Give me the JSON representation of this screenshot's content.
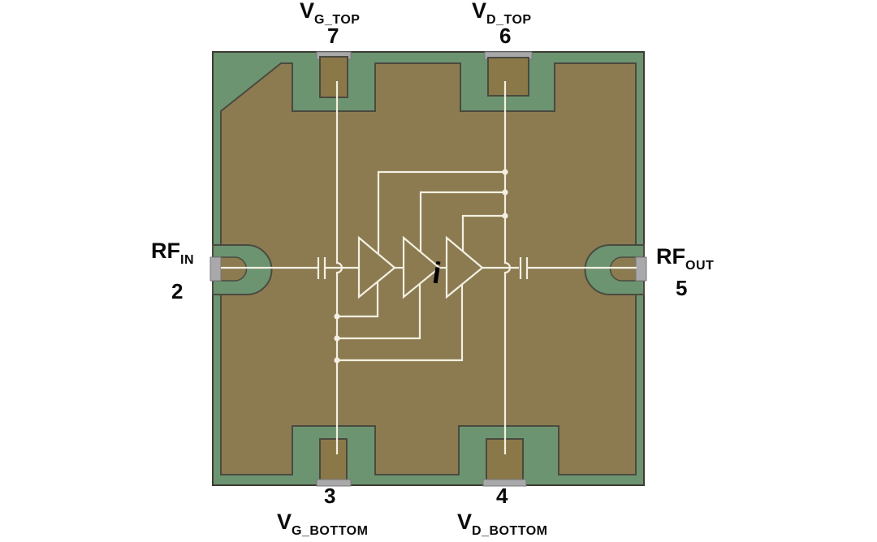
{
  "figure": {
    "description": "MMIC three-stage amplifier die bond-pad and bias diagram",
    "amplifier_stages": 3,
    "center_mark": "i",
    "pins": {
      "vg_top": {
        "signal": "V",
        "subscript": "G_TOP",
        "pin": "7"
      },
      "vd_top": {
        "signal": "V",
        "subscript": "D_TOP",
        "pin": "6"
      },
      "rf_in": {
        "signal": "RF",
        "subscript": "IN",
        "pin": "2"
      },
      "rf_out": {
        "signal": "RF",
        "subscript": "OUT",
        "pin": "5"
      },
      "vg_bottom": {
        "signal": "V",
        "subscript": "G_BOTTOM",
        "pin": "3"
      },
      "vd_bottom": {
        "signal": "V",
        "subscript": "D_BOTTOM",
        "pin": "4"
      }
    }
  },
  "colors": {
    "background": "#ffffff",
    "die_border_green": "#6d9470",
    "die_body_olive": "#8c7b51",
    "pad_fill": "#8a7848",
    "pad_metal_gray": "#a9a9ab",
    "feature_outline": "#4a4a40",
    "schematic_line": "#f3f0e2",
    "label_text": "#0a0a0a"
  }
}
